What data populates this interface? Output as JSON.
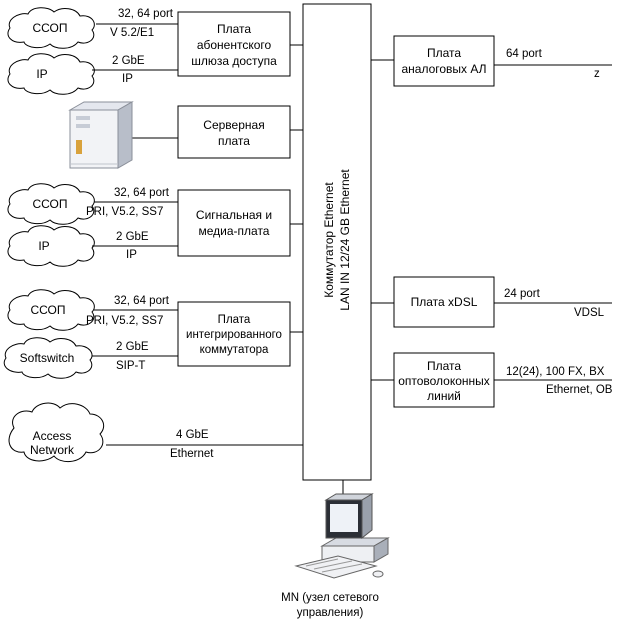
{
  "clouds": {
    "ssop1": "ССОП",
    "ip1": "IP",
    "ssop2": "ССОП",
    "ip2": "IP",
    "ssop3": "ССОП",
    "softswitch": "Softswitch",
    "access_line1": "Access",
    "access_line2": "Network"
  },
  "links": {
    "l1_top": "32, 64 port",
    "l1_bot": "V 5.2/E1",
    "l2_top": "2 GbE",
    "l2_bot": "IP",
    "l3_top": "32, 64 port",
    "l3_bot": "PRI, V5.2, SS7",
    "l4_top": "2 GbE",
    "l4_bot": "IP",
    "l5_top": "32, 64 port",
    "l5_bot": "PRI, V5.2, SS7",
    "l6_top": "2 GbE",
    "l6_bot": "SIP-T",
    "l7_top": "4 GbE",
    "l7_bot": "Ethernet"
  },
  "left_boards": {
    "gateway": [
      "Плата",
      "абонентского",
      "шлюза доступа"
    ],
    "server": [
      "Серверная",
      "плата"
    ],
    "signal": [
      "Сигнальная и",
      "медиа-плата"
    ],
    "integrated": [
      "Плата",
      "интегрированного",
      "коммутатора"
    ]
  },
  "switch": {
    "line1": "Коммутатор Ethernet",
    "line2": "LAN IN 12/24 GB Ethernet"
  },
  "right_boards": {
    "analog": [
      "Плата",
      "аналоговых АЛ"
    ],
    "xdsl": [
      "Плата xDSL"
    ],
    "fiber": [
      "Плата",
      "оптоволоконных",
      "линий"
    ]
  },
  "right_links": {
    "analog_top": "64 port",
    "analog_bot": "z",
    "xdsl_top": "24 port",
    "xdsl_bot": "VDSL",
    "fiber_top": "12(24), 100 FX, BX",
    "fiber_bot": "Ethernet, OB"
  },
  "mn": {
    "line1": "MN (узел сетевого",
    "line2": "управления)"
  },
  "icons": {
    "server": "server-tower-icon",
    "workstation": "computer-workstation-icon",
    "cloud": "cloud-icon"
  }
}
